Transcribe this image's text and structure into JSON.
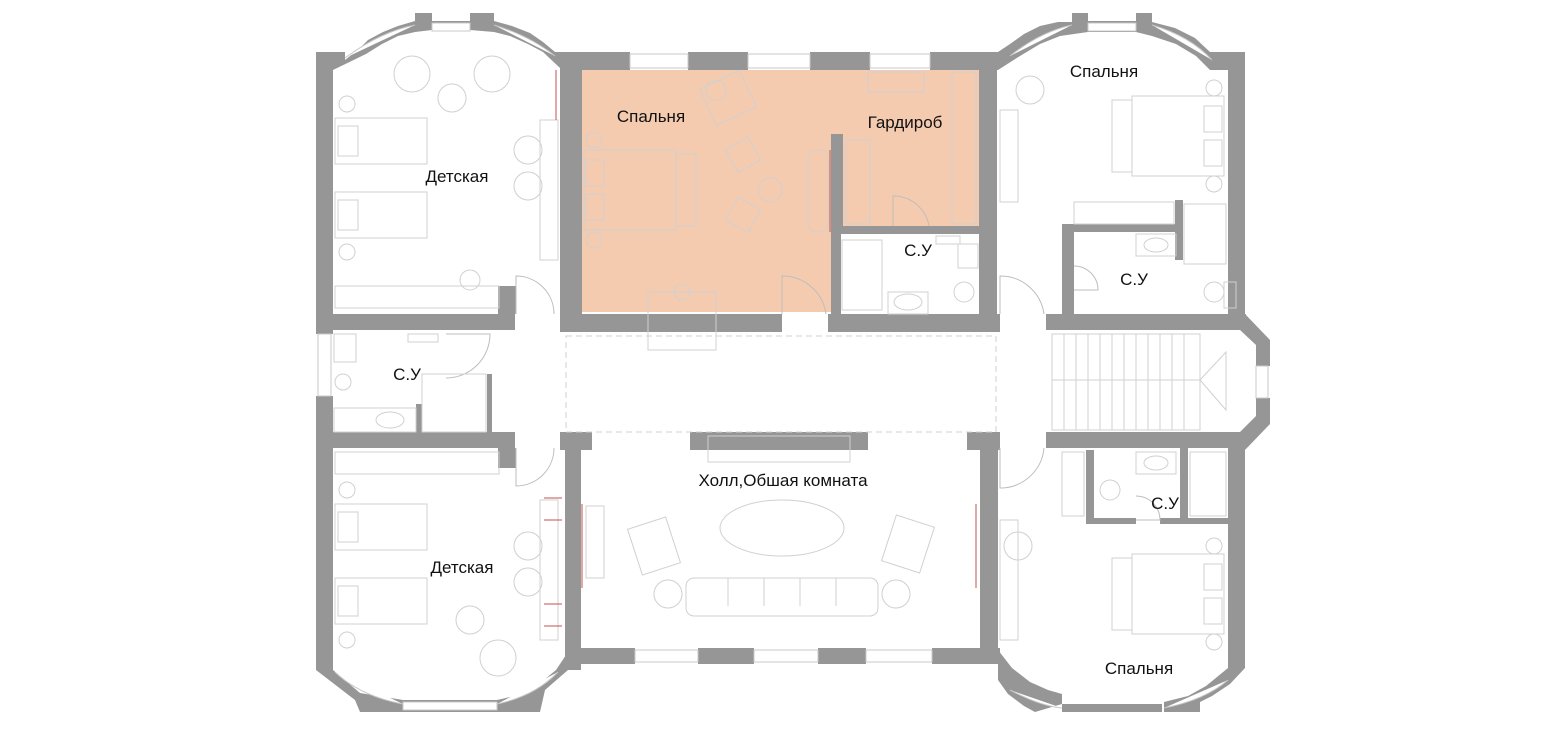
{
  "colors": {
    "wall": "#969696",
    "highlight": "#f5cbb0",
    "furniture_line": "#d0d0d0",
    "label": "#111111"
  },
  "rooms": {
    "kids_top": "Детская",
    "kids_bottom": "Детская",
    "master_bedroom": "Спальня",
    "wardrobe": "Гардироб",
    "bath_master": "С.У",
    "bedroom_top_right": "Спальня",
    "bath_top_right": "С.У",
    "bath_left": "С.У",
    "hall": "Холл,Обшая комната",
    "bath_bottom_right": "С.У",
    "bedroom_bottom_right": "Спальня"
  },
  "highlighted_rooms": [
    "master_bedroom",
    "wardrobe"
  ]
}
